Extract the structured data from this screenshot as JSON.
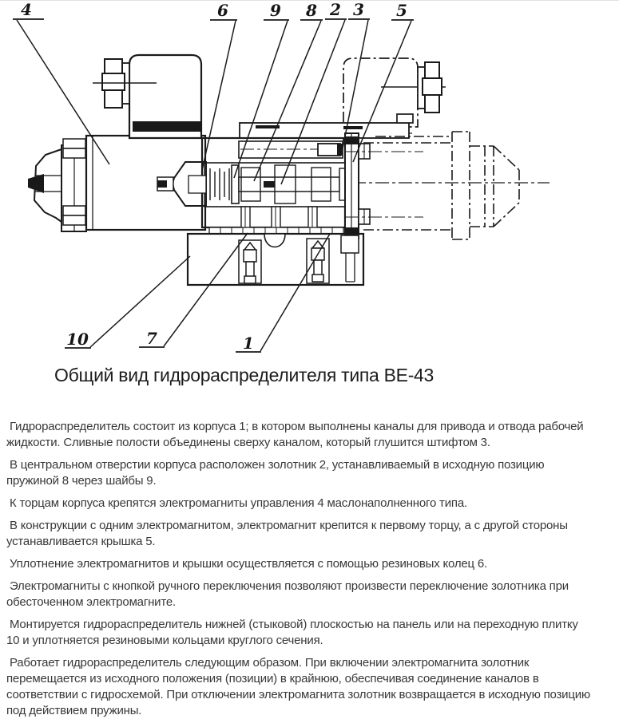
{
  "figure": {
    "caption": "Общий вид гидрораспределителя типа ВЕ-43",
    "callouts": [
      "4",
      "6",
      "9",
      "8",
      "2",
      "3",
      "5",
      "10",
      "7",
      "1"
    ]
  },
  "description": {
    "paragraphs": [
      " Гидрораспределитель состоит из корпуса 1; в котором выполнены каналы для привода и отвода рабочей жидкости. Сливные полости объединены сверху каналом, который глушится штифтом 3.",
      " В центральном отверстии корпуса расположен золотник 2, устанавливаемый в исходную позицию пружиной 8 через шайбы 9.",
      " К торцам корпуса крепятся электромагниты управления 4 маслонаполненного типа.",
      " В конструкции с одним электромагнитом, электромагнит крепится к первому торцу, а с другой стороны устанавливается крышка 5.",
      " Уплотнение электромагнитов и крышки осуществляется с помощью резиновых колец 6.",
      " Электромагниты с кнопкой ручного переключения позволяют произвести переключение золотника при обесточенном электромагните.",
      " Монтируется гидрораспределитель нижней (стыковой) плоскостью на панель или на переходную плитку 10 и уплотняется резиновыми кольцами круглого сечения.",
      " Работает гидрораспределитель следующим образом. При включении электромагнита золотник перемещается из исходного положения (позиции) в крайнюю, обеспечивая соединение каналов в соответствии с гидросхемой. При отключении электромагнита золотник возвращается в исходную позицию под действием пружины."
    ]
  },
  "colors": {
    "ink": "#1a1a1a",
    "text": "#383838",
    "paper": "#ffffff"
  }
}
